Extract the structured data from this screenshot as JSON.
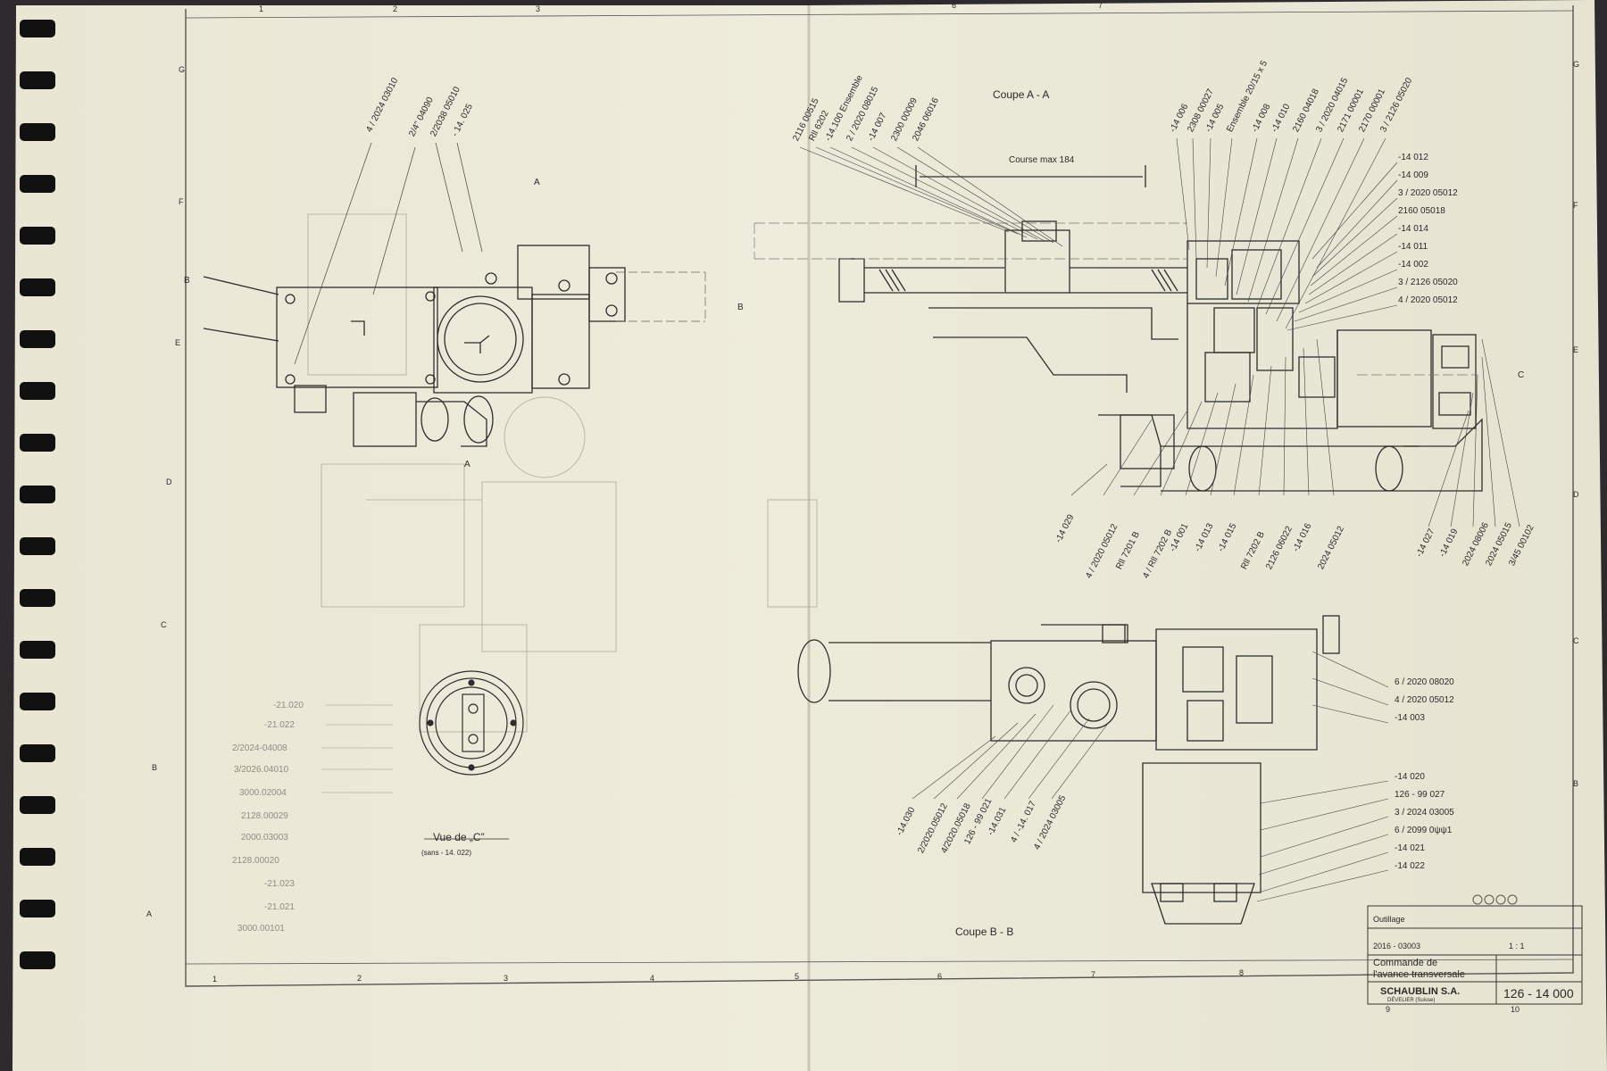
{
  "sheet": {
    "title": "Commande de l'avance transversale",
    "title_line1": "Commande de",
    "title_line2": "l'avance transversale",
    "company": "SCHAUBLIN S.A.",
    "company_sub": "DÉVELIER (Suisse)",
    "drawing_number": "126 - 14 000",
    "outillage": "Outillage",
    "sheet_count": "10",
    "tb_line_a": "2016 - 03003",
    "tb_line_b": "1 : 1"
  },
  "border": {
    "top_numbers": [
      "1",
      "2",
      "3",
      "6",
      "7"
    ],
    "bottom_numbers": [
      "1",
      "2",
      "3",
      "4",
      "5",
      "6",
      "7",
      "8",
      "9",
      "10"
    ],
    "left_letters": [
      "G",
      "F",
      "E",
      "D",
      "C",
      "B",
      "A"
    ],
    "right_letters": [
      "G",
      "F",
      "E",
      "D",
      "C",
      "B"
    ]
  },
  "views": {
    "coupe_aa": "Coupe   A - A",
    "coupe_bb": "Coupe   B - B",
    "vue_c": "Vue  de  „C”",
    "vue_c_note": "(sans   - 14. 022)",
    "course": "Course  max  184",
    "arrow_a": "A",
    "arrow_b": "B",
    "arrow_c": "C"
  },
  "labels": {
    "left_rot": [
      "4 / 2024 03010",
      "2/4\" 04090",
      "2/2038 05010",
      "- 14. 025"
    ],
    "aa_top_left_rot": [
      "2116  00515",
      "Rll  6202",
      "-14.100  Ensemble",
      "2 / 2020  08015",
      "-14  007",
      "2300  00009",
      "2046  06016"
    ],
    "aa_top_right_rot": [
      "-14  006",
      "2308  00027",
      "-14  005",
      "Ensemble  20/15 x 5",
      "-14  008",
      "-14  010",
      "2160  04018",
      "3 / 2020  04015",
      "2171  00001",
      "2170  00001",
      "3 / 2126  05020"
    ],
    "aa_right_list": [
      "-14  012",
      "-14  009",
      "3 / 2020  05012",
      "2160  05018",
      "-14  014",
      "-14  011",
      "-14  002",
      "3 / 2126  05020",
      "4 / 2020  05012"
    ],
    "aa_bottom_rot": [
      "-14  029",
      "4 / 2020  05012",
      "Rll  7201  B",
      "4 / Rll  7202  B",
      "-14  001",
      "-14  013",
      "-14  015",
      "Rll  7202  B",
      "2126  06022",
      "-14  016",
      "2024  05012"
    ],
    "aa_bottom_right_rot": [
      "-14  027",
      "-14  019",
      "2024  08006",
      "2024  05015",
      "3/45  00102"
    ],
    "bb_right_list": [
      "6 / 2020  08020",
      "4 / 2020  05012",
      "-14  003"
    ],
    "bb_right_list2": [
      "-14  020",
      "126 - 99  027",
      "3 / 2024  03005",
      "6 / 2099  0ψψ1",
      "-14  021",
      "-14  022"
    ],
    "bb_bottom_rot": [
      "-14.030",
      "2/2020.05012",
      "4/2020.05018",
      "126 - 99  021",
      "-14.031",
      "4 / -14. 017",
      "4 / 2024  03005"
    ],
    "ghost_list": [
      "-21.020",
      "-21.022",
      "2/2024-04008",
      "3/2026.04010",
      "3000.02004",
      "2128.00029",
      "2000.03003",
      "2128.00020",
      "-21.023",
      "-21.021",
      "3000.00101"
    ]
  }
}
